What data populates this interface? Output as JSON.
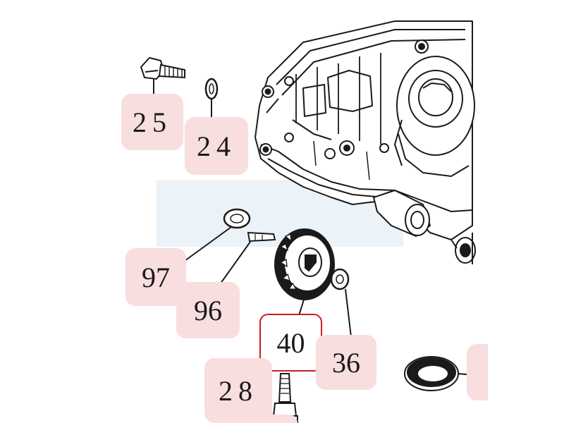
{
  "callouts": [
    {
      "id": "25",
      "text": "25",
      "selected": false
    },
    {
      "id": "24",
      "text": "24",
      "selected": false
    },
    {
      "id": "97",
      "text": "97",
      "selected": false
    },
    {
      "id": "96",
      "text": "96",
      "selected": false
    },
    {
      "id": "40",
      "text": "40",
      "selected": true
    },
    {
      "id": "36",
      "text": "36",
      "selected": false
    },
    {
      "id": "28",
      "text": "28",
      "selected": false
    }
  ],
  "colors": {
    "callout_bg": "#f8dede",
    "selected_border": "#c81e1e",
    "line": "#1a1a1a",
    "watermark": "#cfe0ee"
  }
}
